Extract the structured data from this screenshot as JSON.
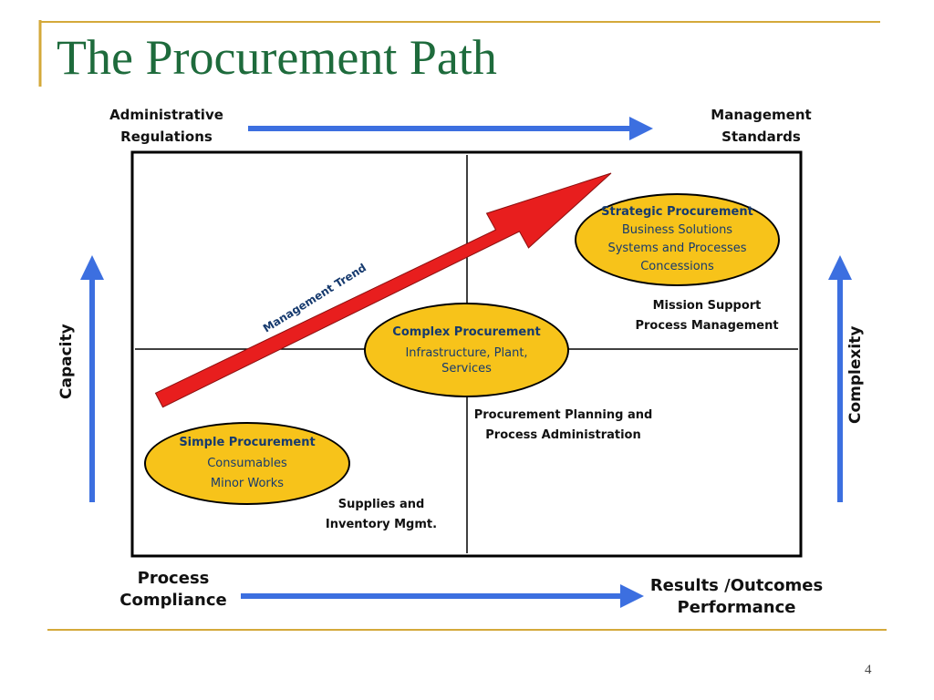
{
  "slide": {
    "title": "The Procurement Path",
    "page_number": "4"
  },
  "axes": {
    "top_left": [
      "Administrative",
      "Regulations"
    ],
    "top_right": [
      "Management",
      "Standards"
    ],
    "bottom_left": [
      "Process",
      "Compliance"
    ],
    "bottom_right": [
      "Results /Outcomes",
      "Performance"
    ],
    "left": "Capacity",
    "right": "Complexity"
  },
  "trend_label": "Management Trend",
  "ovals": {
    "simple": {
      "title": "Simple Procurement",
      "lines": [
        "Consumables",
        "Minor Works"
      ]
    },
    "complex": {
      "title": "Complex Procurement",
      "lines": [
        "Infrastructure, Plant,",
        "Services"
      ]
    },
    "strategic": {
      "title": "Strategic Procurement",
      "lines": [
        "Business Solutions",
        "Systems and Processes",
        "Concessions"
      ]
    }
  },
  "quadrant_notes": {
    "mission": [
      "Mission Support",
      "Process Management"
    ],
    "planning": [
      "Procurement Planning and",
      "Process Administration"
    ],
    "supplies": [
      "Supplies and",
      "Inventory Mgmt."
    ]
  },
  "colors": {
    "title": "#1e6b3c",
    "accent_line": "#d4a93a",
    "blue_arrow": "#3c6fe0",
    "trend_arrow": "#e81e1e",
    "oval_fill": "#f7c31a",
    "oval_text": "#163a6e"
  }
}
